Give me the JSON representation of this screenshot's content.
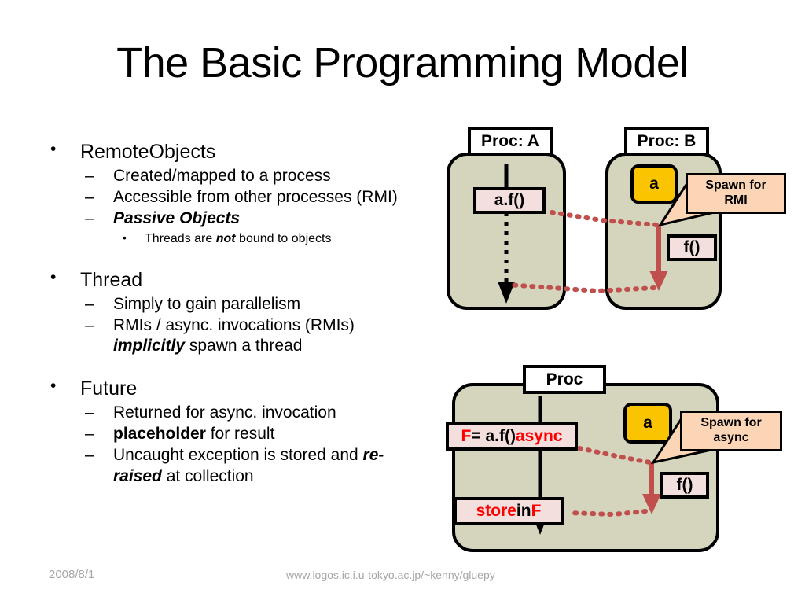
{
  "slide": {
    "title": "The Basic Programming Model"
  },
  "footer": {
    "date": "2008/8/1",
    "url": "www.logos.ic.i.u-tokyo.ac.jp/~kenny/gluepy"
  },
  "bullets": [
    {
      "level1": "RemoteObjects",
      "children": [
        {
          "text": "Created/mapped to a process"
        },
        {
          "text": "Accessible from other processes (RMI)"
        },
        {
          "text": "Passive Objects",
          "style": "bold-italic",
          "children": [
            {
              "parts": [
                {
                  "t": "Threads are ",
                  "style": "normal"
                },
                {
                  "t": "not",
                  "style": "bold-italic"
                },
                {
                  "t": " bound to objects",
                  "style": "normal"
                }
              ]
            }
          ]
        }
      ]
    },
    {
      "level1": "Thread",
      "children": [
        {
          "text": "Simply to gain parallelism"
        },
        {
          "parts": [
            {
              "t": "RMIs / async. invocations (RMIs) ",
              "style": "normal"
            },
            {
              "t": "implicitly",
              "style": "bold-italic"
            },
            {
              "t": " spawn a thread",
              "style": "normal"
            }
          ]
        }
      ]
    },
    {
      "level1": "Future",
      "children": [
        {
          "text": "Returned for async. invocation"
        },
        {
          "parts": [
            {
              "t": "placeholder",
              "style": "bold"
            },
            {
              "t": " for result",
              "style": "normal"
            }
          ]
        },
        {
          "parts": [
            {
              "t": "Uncaught exception is stored and ",
              "style": "normal"
            },
            {
              "t": "re-raised",
              "style": "bold-italic"
            },
            {
              "t": " at collection",
              "style": "normal"
            }
          ]
        }
      ]
    }
  ],
  "markers": {
    "level1": "•",
    "level2": "–",
    "level3": "•"
  },
  "diagram_rmi": {
    "proc_a_label": "Proc: A",
    "proc_b_label": "Proc: B",
    "call_box": "a.f()",
    "object_box": "a",
    "method_box": "f()",
    "callout_line1": "Spawn for",
    "callout_line2": "RMI"
  },
  "diagram_async": {
    "proc_label": "Proc",
    "invoke_box": {
      "segments": [
        {
          "t": "F",
          "color": "red"
        },
        {
          "t": " = a.f() ",
          "color": "black"
        },
        {
          "t": "async",
          "color": "red"
        }
      ]
    },
    "store_box": {
      "segments": [
        {
          "t": "store",
          "color": "red"
        },
        {
          "t": " in ",
          "color": "black"
        },
        {
          "t": "F",
          "color": "red"
        }
      ]
    },
    "object_box": "a",
    "method_box": "f()",
    "callout_line1": "Spawn for",
    "callout_line2": "async"
  },
  "colors": {
    "process_fill": "#d5d5bd",
    "object_fill": "#fbc400",
    "code_fill": "#f4dfdf",
    "callout_fill": "#fbd5b5",
    "arrow_red": "#c0504d",
    "text_red": "#ff0000",
    "footer_gray": "#a6a6a6",
    "outline": "#000000"
  }
}
